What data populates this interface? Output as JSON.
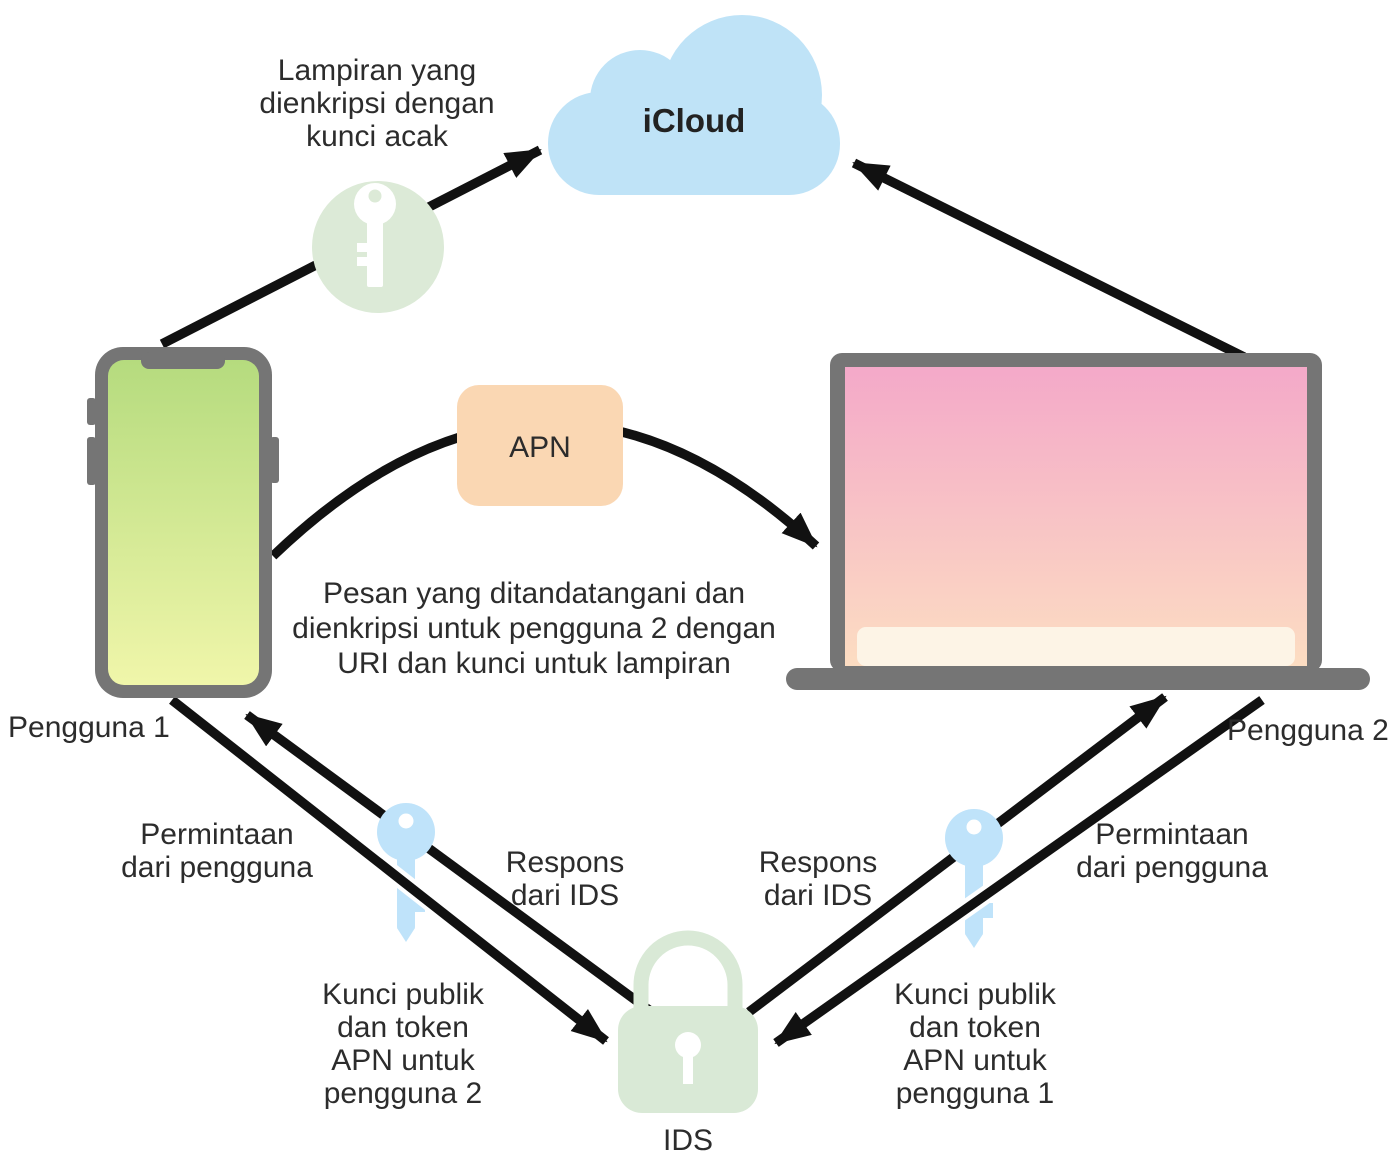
{
  "diagram": {
    "cloud": {
      "label": "iCloud"
    },
    "attachment_note": "Lampiran yang\ndienkripsi dengan\nkunci acak",
    "apn": {
      "label": "APN"
    },
    "message_note": "Pesan yang ditandatangani dan\ndienkripsi untuk pengguna 2 dengan\nURI dan kunci untuk lampiran",
    "user1": {
      "label": "Pengguna 1"
    },
    "user2": {
      "label": "Pengguna 2"
    },
    "ids": {
      "label": "IDS"
    },
    "left": {
      "request": "Permintaan\ndari pengguna",
      "response": "Respons\ndari IDS",
      "key_note": "Kunci publik\ndan token\nAPN untuk\npengguna 2"
    },
    "right": {
      "response": "Respons\ndari IDS",
      "request": "Permintaan\ndari pengguna",
      "key_note": "Kunci publik\ndan token\nAPN untuk\npengguna 1"
    }
  },
  "colors": {
    "cloud": "#bfe3f7",
    "apn_box": "#fad7b3",
    "phone_screen_top": "#b5db7e",
    "phone_screen_bottom": "#f0f6aa",
    "laptop_screen_top": "#f4a9c9",
    "laptop_screen_bottom": "#fcddc2",
    "laptop_strip": "#fdf4e6",
    "device_frame": "#757575",
    "key_green_bg": "#dcead7",
    "key_blue": "#bfe3fa",
    "lock_green": "#d9e9d6",
    "arrow": "#111111",
    "text": "#2c2c2c"
  }
}
